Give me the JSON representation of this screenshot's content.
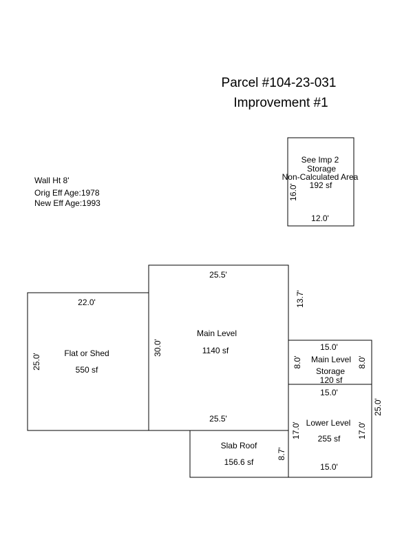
{
  "header": {
    "parcel": "Parcel #104-23-031",
    "improvement": "Improvement #1"
  },
  "notes": {
    "wall_height": "Wall Ht 8'",
    "orig_eff_age": "Orig Eff Age:1978",
    "new_eff_age": "New Eff Age:1993"
  },
  "areas": {
    "storage_top": {
      "line1": "See Imp 2",
      "line2": "Storage",
      "line3": "Non-Calculated Area",
      "area": "192 sf",
      "dim_side": "16.0'",
      "dim_bottom": "12.0'"
    },
    "flat_shed": {
      "name": "Flat or Shed",
      "area": "550 sf",
      "dim_top": "22.0'",
      "dim_left": "25.0'"
    },
    "main_level": {
      "name": "Main Level",
      "area": "1140 sf",
      "dim_top": "25.5'",
      "dim_bottom": "25.5'",
      "dim_left": "30.0'",
      "dim_right": "13.7'"
    },
    "main_level_storage": {
      "name": "Main Level",
      "name2": "Storage",
      "area": "120 sf",
      "dim_top": "15.0'",
      "dim_left": "8.0'",
      "dim_right": "8.0'"
    },
    "lower_level": {
      "name": "Lower Level",
      "area": "255 sf",
      "dim_top": "15.0'",
      "dim_bottom": "15.0'",
      "dim_left": "17.0'",
      "dim_right": "17.0'",
      "dim_outer_right": "25.0'"
    },
    "slab_roof": {
      "name": "Slab Roof",
      "area": "156.6 sf",
      "dim_right": "8.7'"
    }
  }
}
